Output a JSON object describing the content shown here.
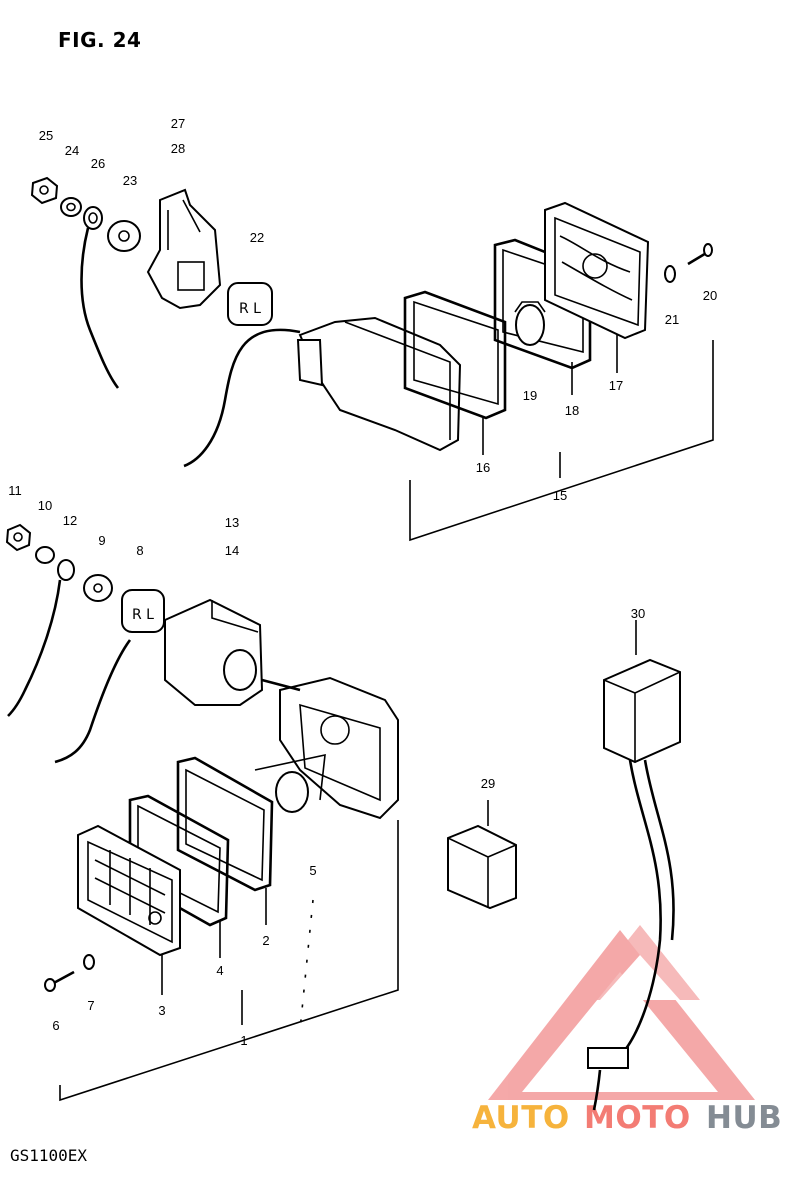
{
  "figure": {
    "title": "FIG. 24",
    "model": "GS1100EX"
  },
  "watermark": {
    "parts": [
      "AUTO",
      "MOTO",
      "HUB"
    ],
    "colors": [
      "#f6b33c",
      "#f37c74",
      "#848c94"
    ],
    "triangle_color": "#f15a5a"
  },
  "labels": [
    "25",
    "24",
    "26",
    "23",
    "27",
    "28",
    "22",
    "21",
    "20",
    "17",
    "19",
    "18",
    "16",
    "15",
    "11",
    "10",
    "12",
    "9",
    "8",
    "13",
    "14",
    "30",
    "29",
    "5",
    "2",
    "4",
    "3",
    "7",
    "6",
    "1"
  ]
}
